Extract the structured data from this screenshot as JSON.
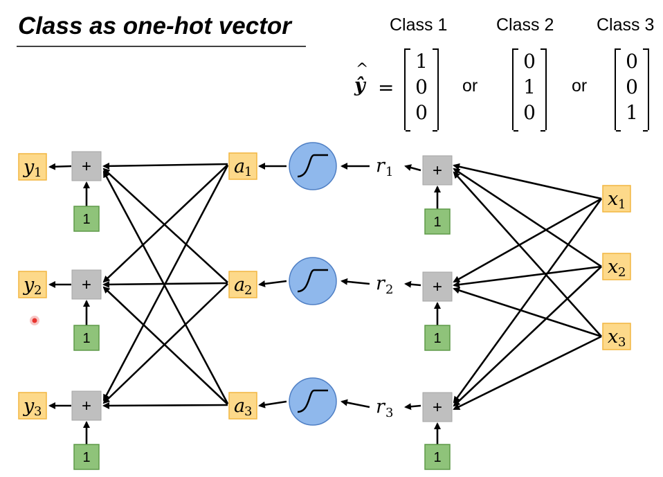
{
  "title": "Class as one-hot vector",
  "classes": [
    "Class 1",
    "Class 2",
    "Class 3"
  ],
  "yhat_label": "ŷ",
  "equals": "=",
  "or_label": "or",
  "one_hot_vectors": [
    [
      "1",
      "0",
      "0"
    ],
    [
      "0",
      "1",
      "0"
    ],
    [
      "0",
      "0",
      "1"
    ]
  ],
  "network": {
    "outputs": [
      {
        "sym": "y",
        "sub": "1"
      },
      {
        "sym": "y",
        "sub": "2"
      },
      {
        "sym": "y",
        "sub": "3"
      }
    ],
    "activations": [
      {
        "sym": "a",
        "sub": "1"
      },
      {
        "sym": "a",
        "sub": "2"
      },
      {
        "sym": "a",
        "sub": "3"
      }
    ],
    "pre_activations": [
      {
        "sym": "r",
        "sub": "1"
      },
      {
        "sym": "r",
        "sub": "2"
      },
      {
        "sym": "r",
        "sub": "3"
      }
    ],
    "inputs": [
      {
        "sym": "x",
        "sub": "1"
      },
      {
        "sym": "x",
        "sub": "2"
      },
      {
        "sym": "x",
        "sub": "3"
      }
    ],
    "sum_symbol": "+",
    "bias_value": "1",
    "activation_function": "sigmoid"
  },
  "colors": {
    "variable_box": "#fdd98a",
    "variable_border": "#f2b640",
    "sum_box": "#bfbfbf",
    "bias_box": "#8fc37a",
    "bias_border": "#5e9a48",
    "sigmoid_fill": "#8fb8ec",
    "sigmoid_border": "#4f7fc4",
    "cursor_dot": "#e8342f"
  }
}
